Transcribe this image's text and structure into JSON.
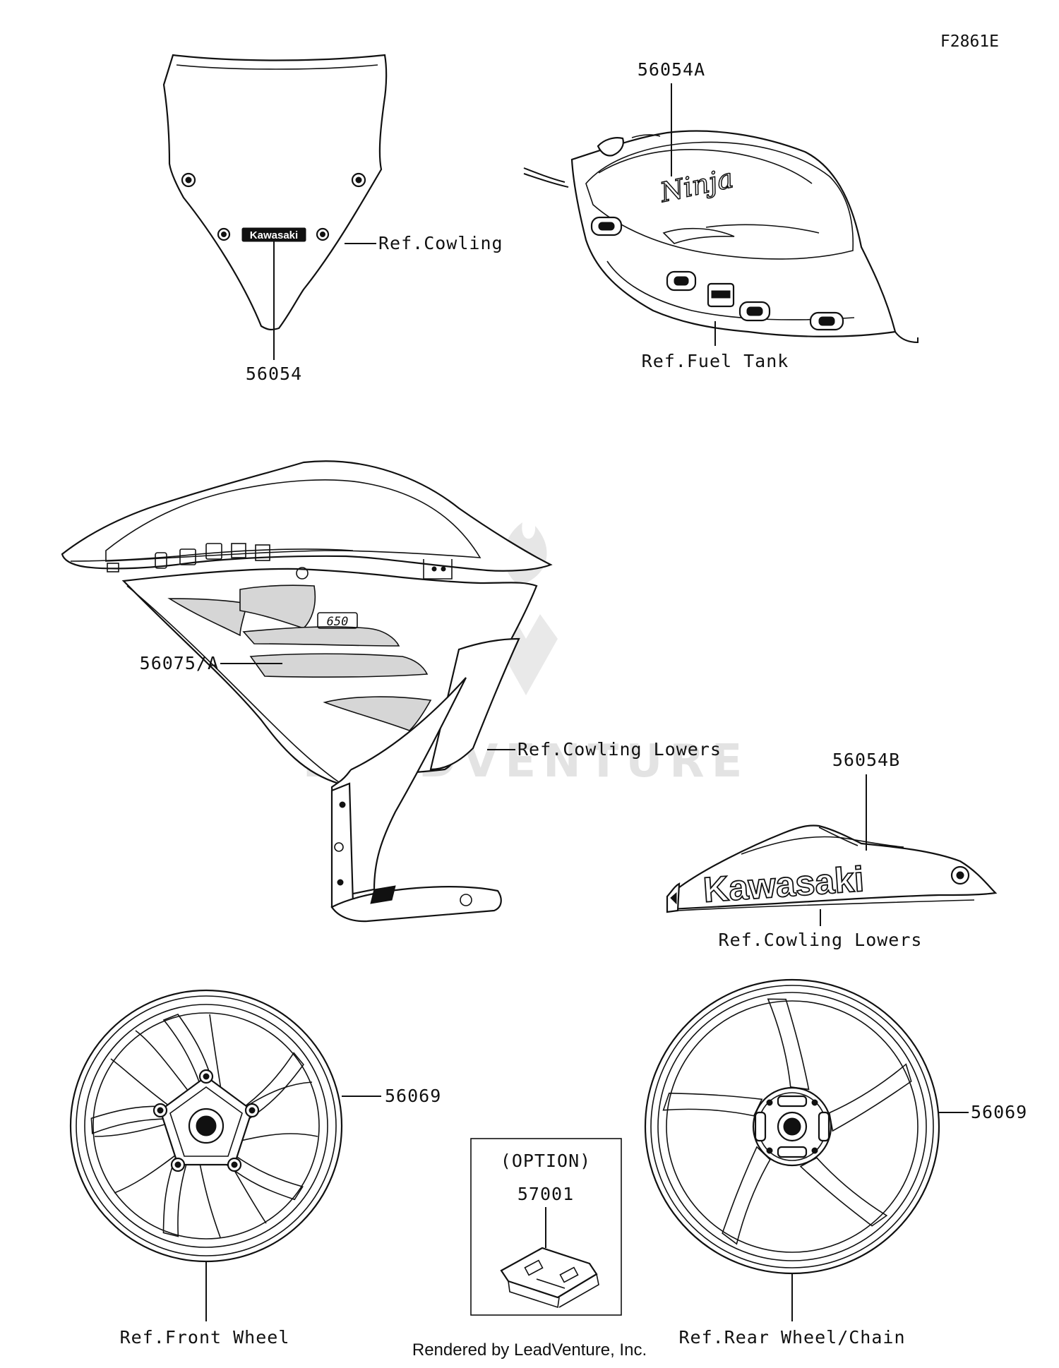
{
  "figure_code": "F2861E",
  "footer": "Rendered by LeadVenture, Inc.",
  "watermark": "LEADVENTURE",
  "parts": {
    "windshield": {
      "part_number": "56054",
      "ref": "Ref.Cowling",
      "decal_text": "Kawasaki"
    },
    "fuel_tank": {
      "part_number": "56054A",
      "ref": "Ref.Fuel Tank",
      "decal_text": "Ninja"
    },
    "side_cowling": {
      "part_number": "56075/A",
      "ref": "Ref.Cowling Lowers",
      "decal_text": "650"
    },
    "lower_cowling": {
      "part_number": "56054B",
      "ref": "Ref.Cowling Lowers",
      "decal_text": "Kawasaki"
    },
    "front_wheel": {
      "part_number": "56069",
      "ref": "Ref.Front Wheel"
    },
    "rear_wheel": {
      "part_number": "56069",
      "ref": "Ref.Rear Wheel/Chain"
    },
    "option_box": {
      "heading": "(OPTION)",
      "part_number": "57001"
    }
  }
}
